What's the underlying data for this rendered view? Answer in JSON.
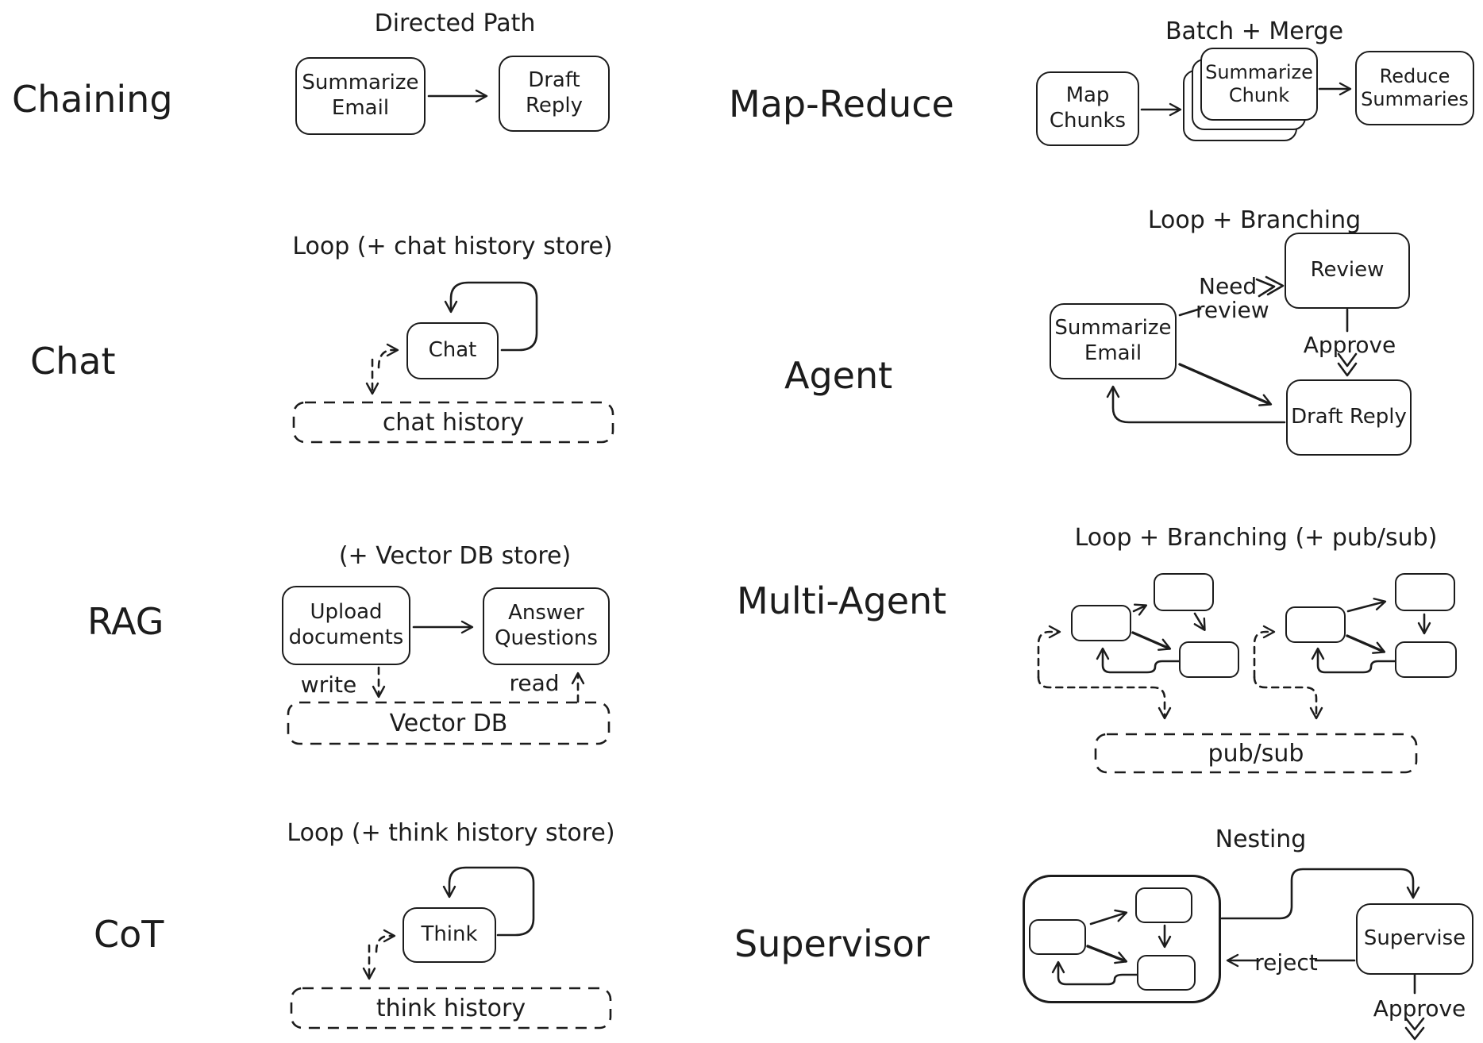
{
  "page": {
    "ink": "#1c1c1c",
    "background": "#ffffff"
  },
  "sections": {
    "chaining": {
      "label": "Chaining",
      "title": "Directed Path",
      "nodes": {
        "summarize_email": "Summarize Email",
        "draft_reply": "Draft Reply"
      }
    },
    "map_reduce": {
      "label": "Map-Reduce",
      "title": "Batch + Merge",
      "nodes": {
        "map_chunks": "Map Chunks",
        "summarize_chunk": "Summarize Chunk",
        "reduce_summaries": "Reduce Summaries"
      }
    },
    "chat": {
      "label": "Chat",
      "title": "Loop (+ chat history store)",
      "nodes": {
        "chat": "Chat"
      },
      "stores": {
        "chat_history": "chat history"
      }
    },
    "agent": {
      "label": "Agent",
      "title": "Loop + Branching",
      "nodes": {
        "summarize_email": "Summarize Email",
        "review": "Review",
        "draft_reply": "Draft Reply"
      },
      "edge_labels": {
        "need_line1": "Need",
        "need_line2": "review",
        "approve": "Approve"
      }
    },
    "rag": {
      "label": "RAG",
      "title": "(+ Vector DB store)",
      "nodes": {
        "upload_documents": "Upload documents",
        "answer_questions": "Answer Questions"
      },
      "stores": {
        "vector_db": "Vector DB"
      },
      "edge_labels": {
        "write": "write",
        "read": "read"
      }
    },
    "multi_agent": {
      "label": "Multi-Agent",
      "title": "Loop + Branching (+ pub/sub)",
      "stores": {
        "pub_sub": "pub/sub"
      }
    },
    "cot": {
      "label": "CoT",
      "title": "Loop (+ think history store)",
      "nodes": {
        "think": "Think"
      },
      "stores": {
        "think_history": "think history"
      }
    },
    "supervisor": {
      "label": "Supervisor",
      "title": "Nesting",
      "nodes": {
        "supervise": "Supervise"
      },
      "edge_labels": {
        "reject": "reject",
        "approve": "Approve"
      }
    }
  }
}
